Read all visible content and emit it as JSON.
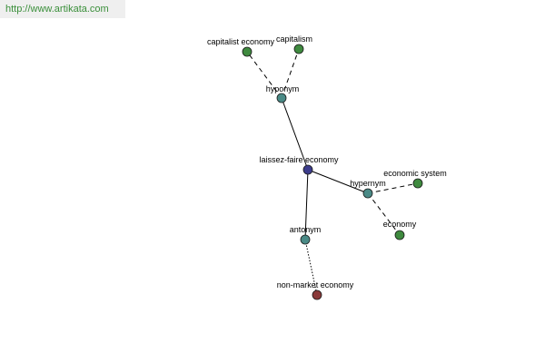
{
  "watermark": {
    "text": "http://www.artikata.com"
  },
  "colors": {
    "center": "#3c3c8c",
    "relation": "#4a8a86",
    "term": "#3f8a3f",
    "antonym_term": "#8a3a3a"
  },
  "nodes": {
    "center": {
      "label": "laissez-faire economy",
      "kind": "center"
    },
    "hyponym": {
      "label": "hyponym",
      "kind": "relation"
    },
    "capitalist_economy": {
      "label": "capitalist economy",
      "kind": "term"
    },
    "capitalism": {
      "label": "capitalism",
      "kind": "term"
    },
    "hypernym": {
      "label": "hypernym",
      "kind": "relation"
    },
    "economic_system": {
      "label": "economic system",
      "kind": "term"
    },
    "economy": {
      "label": "economy",
      "kind": "term"
    },
    "antonym": {
      "label": "antonym",
      "kind": "relation"
    },
    "non_market_economy": {
      "label": "non-market economy",
      "kind": "antonym_term"
    }
  }
}
